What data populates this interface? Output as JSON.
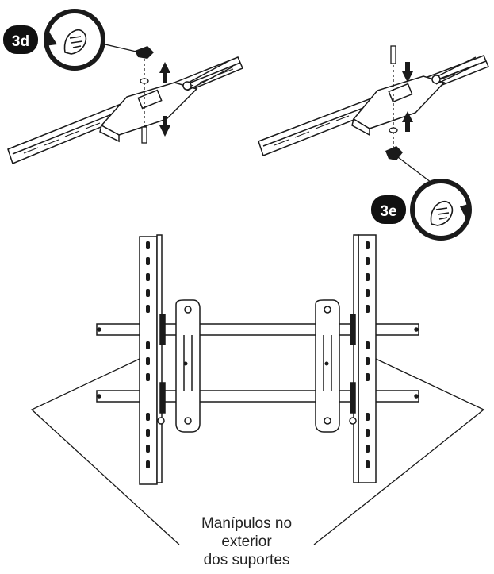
{
  "steps": [
    {
      "label": "3d",
      "rotation": "counter-clockwise",
      "icon": "hand-turning-knob-icon"
    },
    {
      "label": "3e",
      "rotation": "clockwise",
      "icon": "hand-turning-knob-icon"
    }
  ],
  "caption": {
    "line1": "Manípulos no",
    "line2": "exterior",
    "line3": "dos suportes"
  },
  "colors": {
    "stroke": "#1a1a1a",
    "badge": "#111111",
    "background": "#ffffff"
  }
}
